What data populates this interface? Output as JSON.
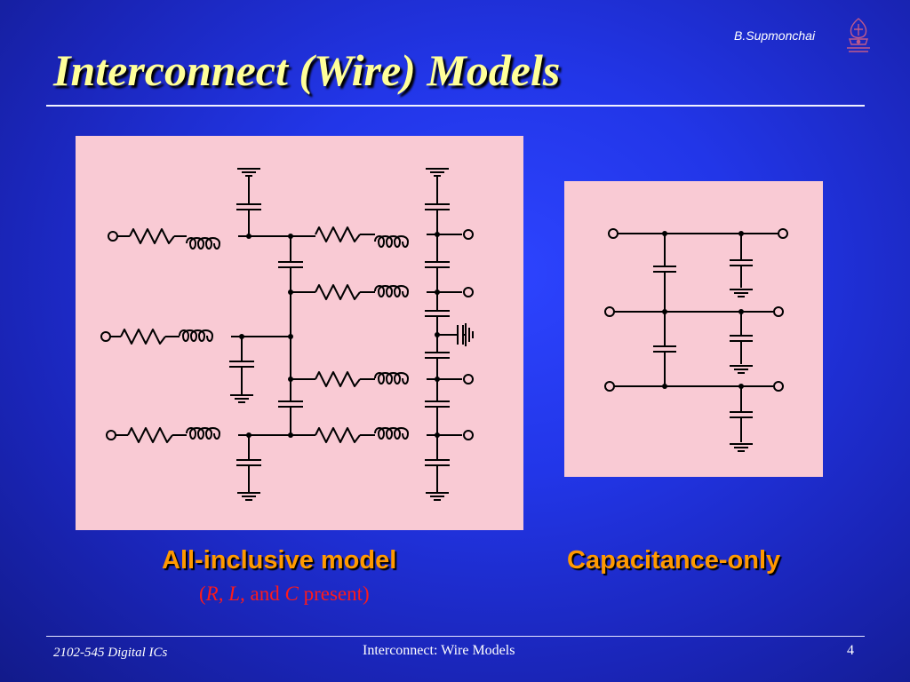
{
  "header": {
    "author": "B.Supmonchai",
    "title": "Interconnect (Wire) Models",
    "logo_icon": "university-crest-icon"
  },
  "diagrams": {
    "all_inclusive": {
      "caption": "All-inclusive model",
      "subcaption": {
        "open": "(",
        "r": "R",
        "sep1": ", ",
        "l": "L",
        "sep2": ", and ",
        "c": "C",
        "close": " present)"
      },
      "elements": [
        "resistor",
        "inductor",
        "capacitor",
        "ground"
      ]
    },
    "capacitance_only": {
      "caption": "Capacitance-only",
      "elements": [
        "capacitor",
        "ground"
      ]
    }
  },
  "colors": {
    "title": "#ffff99",
    "caption": "#ff9900",
    "subcaption": "#ff1a1a",
    "panel": "#f9cad4",
    "background": "#2236e8"
  },
  "footer": {
    "course": "2102-545 Digital ICs",
    "topic": "Interconnect: Wire Models",
    "page": "4"
  }
}
